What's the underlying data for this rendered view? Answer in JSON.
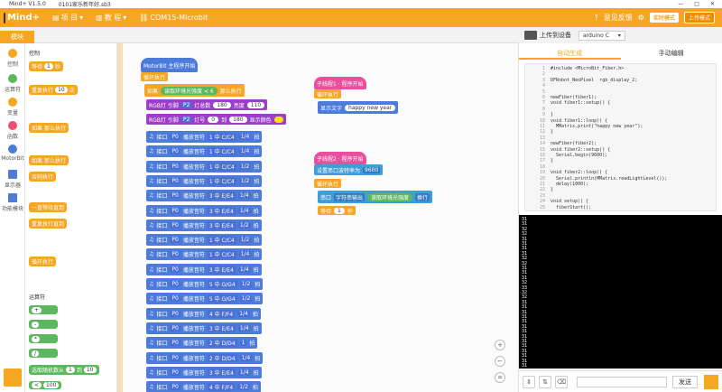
{
  "titlebar": {
    "app": "Mind+ V1.5.0",
    "file": "0101家乐新年好.sb3"
  },
  "menubar": {
    "logo": "Mind+",
    "items": [
      "项 目",
      "教 程",
      "COM15-Microbit"
    ],
    "feedback": "意见反馈",
    "mode_realtime": "实时模式",
    "mode_upload": "上传模式"
  },
  "tabs": {
    "blocks": "模块"
  },
  "categories": [
    {
      "label": "控制",
      "color": "#f5a623"
    },
    {
      "label": "运算符",
      "color": "#5cb85c"
    },
    {
      "label": "变量",
      "color": "#f5a623"
    },
    {
      "label": "函数",
      "color": "#e84f70"
    },
    {
      "label": "MotorBit",
      "color": "#4c7bd9"
    },
    {
      "label": "显示器",
      "color": "#4c7bd9"
    },
    {
      "label": "功能模块",
      "color": "#4c7bd9"
    }
  ],
  "palette": {
    "section_control": "控制",
    "wait": "等待",
    "wait_val": "1",
    "wait_unit": "秒",
    "repeat": "重复执行",
    "repeat_val": "10",
    "repeat_unit": "次",
    "if_then": "如果",
    "then_exec": "那么执行",
    "else_exec": "否则执行",
    "wait_until": "一直等待直到",
    "repeat_until": "重复执行直到",
    "loop": "循环执行",
    "section_ops": "运算符",
    "random": "选取随机数从",
    "random_from": "1",
    "random_to": "到",
    "random_val": "10",
    "lt_val": "100"
  },
  "workspace": {
    "main_hat": "MotorBit 主程序开始",
    "loop": "循环执行",
    "if": "如果",
    "read_light": "读取环境光强度",
    "lt": "<",
    "lt_val": "6",
    "then": "那么执行",
    "rgb1": "RGB灯 引脚",
    "pin": "P2",
    "lamp_total": "灯总数",
    "lamp_total_val": "180",
    "brightness": "亮度",
    "brightness_val": "110",
    "rgb2_lamp": "灯号",
    "rgb2_from": "0",
    "rgb2_to": "到",
    "rgb2_to_val": "180",
    "show_color": "显示颜色",
    "notes": [
      [
        "P0",
        "1 中 C/C4",
        "1/4"
      ],
      [
        "P0",
        "1 中 C/C4",
        "1/4"
      ],
      [
        "P0",
        "1 中 C/C4",
        "1/2"
      ],
      [
        "P0",
        "1 中 C/C4",
        "1/2"
      ],
      [
        "P0",
        "3 中 E/E4",
        "1/4"
      ],
      [
        "P0",
        "3 中 E/E4",
        "1/4"
      ],
      [
        "P0",
        "3 中 E/E4",
        "1/2"
      ],
      [
        "P0",
        "1 中 C/C4",
        "1/2"
      ],
      [
        "P0",
        "1 中 C/C4",
        "1/4"
      ],
      [
        "P0",
        "3 中 E/E4",
        "1/4"
      ],
      [
        "P0",
        "5 中 G/G4",
        "1/2"
      ],
      [
        "P0",
        "5 中 G/G4",
        "1/2"
      ],
      [
        "P0",
        "4 中 F/F4",
        "1/4"
      ],
      [
        "P0",
        "3 中 E/E4",
        "1/4"
      ],
      [
        "P0",
        "2 中 D/D4",
        "1"
      ],
      [
        "P0",
        "2 中 D/D4",
        "1/4"
      ],
      [
        "P0",
        "3 中 E/E4",
        "1/4"
      ],
      [
        "P0",
        "4 中 F/F4",
        "1/2"
      ]
    ],
    "note_pin_label": "接口",
    "note_play": "播放音符",
    "note_beat": "拍",
    "sub1_hat": "子线程1 · 程序开始",
    "sub1_loop": "循环执行",
    "sub1_show": "显示文字",
    "sub1_text": "happy new year",
    "sub2_hat": "子线程2 · 程序开始",
    "sub2_loop": "循环执行",
    "sub2_baud_label": "设置串口波特率为",
    "sub2_baud": "9600",
    "sub2_serial": "串口",
    "sub2_serial_out": "字符串输出",
    "sub2_light": "读取环境光强度",
    "sub2_newline": "换行",
    "sub2_wait": "等待",
    "sub2_wait_val": "1",
    "sub2_wait_unit": "秒"
  },
  "right": {
    "upload": "上传到设备",
    "board": "arduino C",
    "tab_auto": "自动生成",
    "tab_manual": "手动编辑",
    "code_lines": [
      [
        "1",
        "#include <MicroBit_Fiber.h>"
      ],
      [
        "2",
        ""
      ],
      [
        "3",
        "DFRobot_NeoPixel  rgb_display_2;"
      ],
      [
        "4",
        ""
      ],
      [
        "5",
        ""
      ],
      [
        "6",
        "newFiber(fiber1);"
      ],
      [
        "7",
        "void fiber1::setup() {"
      ],
      [
        "8",
        ""
      ],
      [
        "9",
        "}"
      ],
      [
        "10",
        "void fiber1::loop() {"
      ],
      [
        "11",
        "  MMatrix.print(\"happy new year\");"
      ],
      [
        "12",
        "}"
      ],
      [
        "13",
        ""
      ],
      [
        "14",
        "newFiber(fiber2);"
      ],
      [
        "15",
        "void fiber2::setup() {"
      ],
      [
        "16",
        "  Serial.begin(9600);"
      ],
      [
        "17",
        "}"
      ],
      [
        "18",
        ""
      ],
      [
        "19",
        "void fiber2::loop() {"
      ],
      [
        "20",
        "  Serial.println(MMatrix.readLightLevel());"
      ],
      [
        "21",
        "  delay(1000);"
      ],
      [
        "22",
        "}"
      ],
      [
        "23",
        ""
      ],
      [
        "24",
        "void setup() {"
      ],
      [
        "25",
        "  fiberStart();"
      ]
    ],
    "serial_lines": [
      "31",
      "31",
      "32",
      "32",
      "31",
      "31",
      "31",
      "31",
      "32",
      "32",
      "31",
      "31",
      "31",
      "32",
      "33",
      "32",
      "32",
      "31",
      "31",
      "31",
      "31",
      "31",
      "31",
      "31",
      "31",
      "31",
      "31",
      "31",
      "31",
      "31",
      "31"
    ],
    "send": "发送"
  }
}
